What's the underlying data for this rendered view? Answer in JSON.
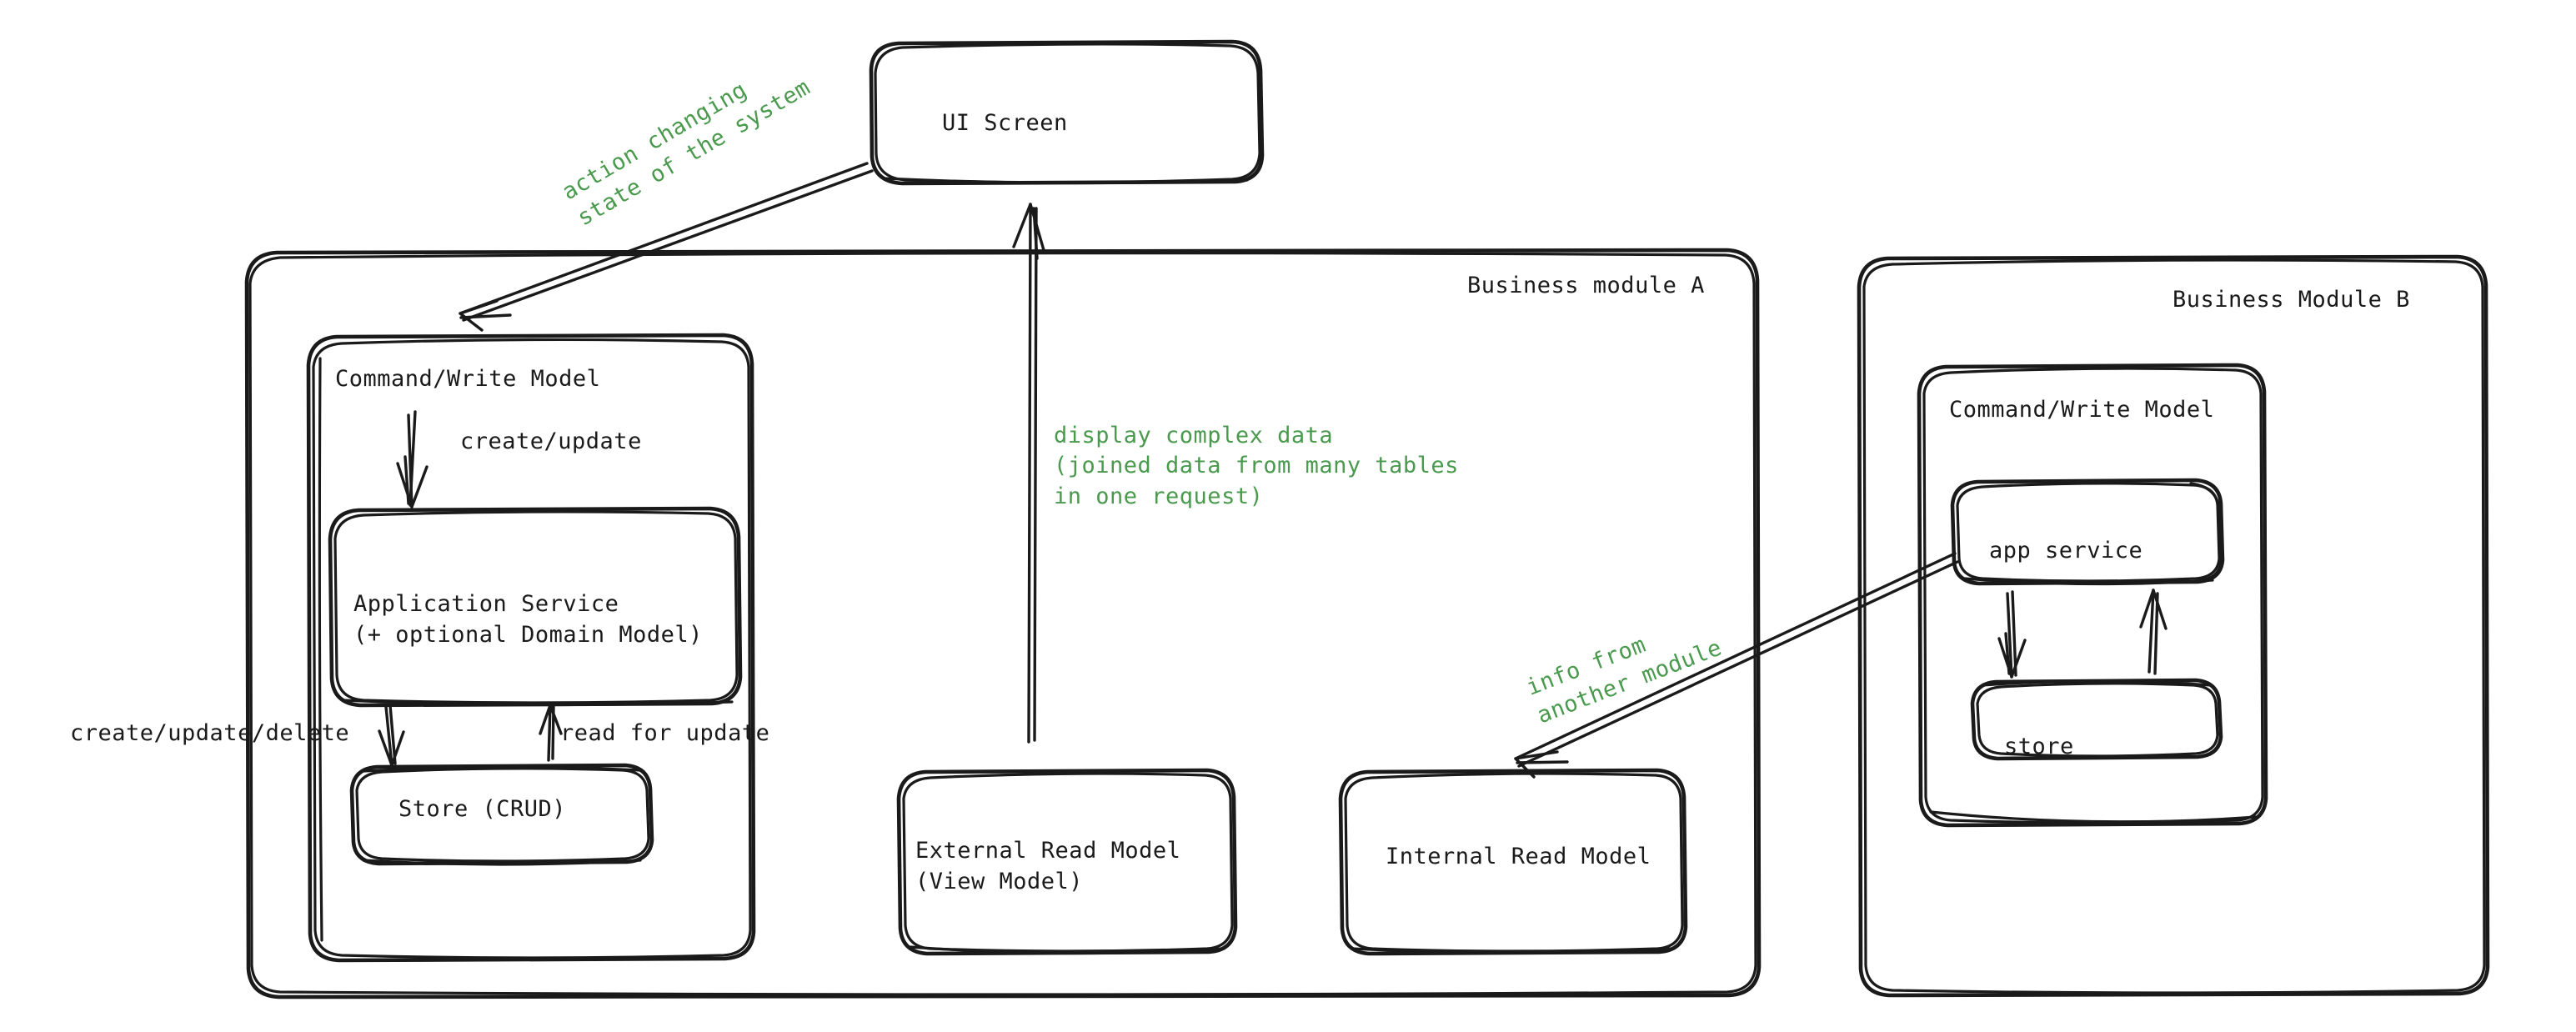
{
  "diagram": {
    "title_text_color": "#1a1a1a",
    "annotation_color": "#4a9a4e",
    "background": "#ffffff",
    "nodes": {
      "ui_screen": "UI Screen",
      "module_a_title": "Business module A",
      "module_b_title": "Business Module B",
      "module_a_command_write_model": "Command/Write Model",
      "module_a_application_service_line1": "Application Service",
      "module_a_application_service_line2": "(+ optional Domain Model)",
      "module_a_store": "Store (CRUD)",
      "external_read_model_line1": "External Read Model",
      "external_read_model_line2": "(View Model)",
      "internal_read_model": "Internal Read Model",
      "module_b_command_write_model": "Command/Write Model",
      "module_b_app_service": "app service",
      "module_b_store": "store"
    },
    "edge_labels": {
      "action_changing_state_line1": "action changing",
      "action_changing_state_line2": "state of the system",
      "display_complex_data_line1": "display complex data",
      "display_complex_data_line2": "(joined data from many tables",
      "display_complex_data_line3": "in one request)",
      "info_from_another_module_line1": "info from",
      "info_from_another_module_line2": "another module",
      "create_update": "create/update",
      "create_update_delete": "create/update/delete",
      "read_for_update": "read for update"
    }
  }
}
